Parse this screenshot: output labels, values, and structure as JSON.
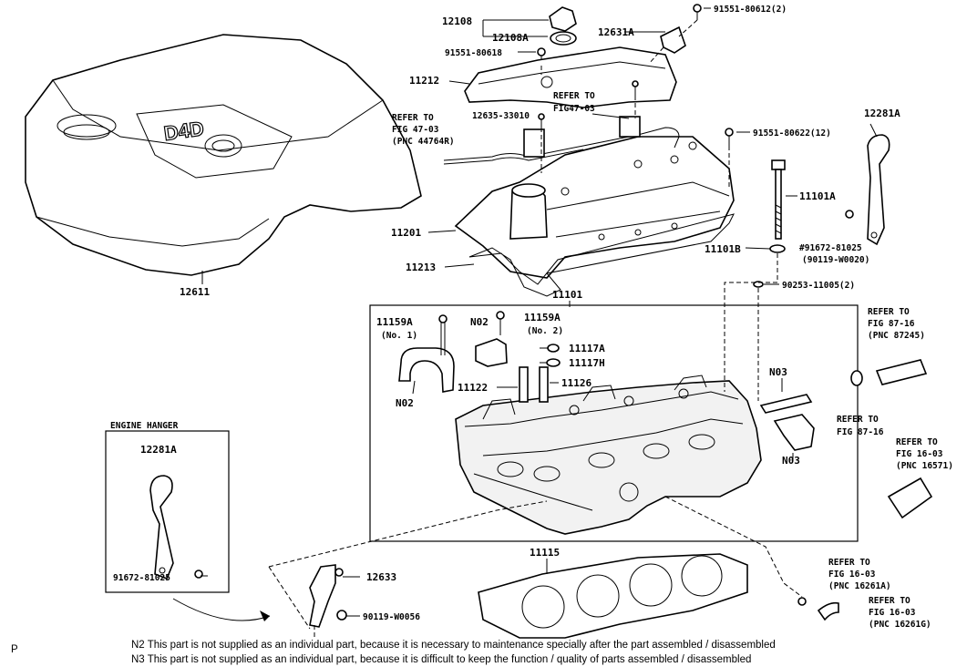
{
  "labels": {
    "p12108": "12108",
    "p12108A": "12108A",
    "p91551_80618": "91551-80618",
    "p12631A": "12631A",
    "p91551_80612": "91551-80612(2)",
    "p11212": "11212",
    "refer_fig47_a1": "REFER TO",
    "refer_fig47_a2": "FIG47-03",
    "p12635": "12635-33010",
    "refer_fig47_b1": "REFER TO",
    "refer_fig47_b2": "FIG 47-03",
    "refer_fig47_b3": "(PNC 44764R)",
    "p91551_80622": "91551-80622(12)",
    "p12281A_top": "12281A",
    "p11101A": "11101A",
    "p91672_81025_top": "#91672-81025",
    "p90119_W0020": "(90119-W0020)",
    "p11201": "11201",
    "p11101B": "11101B",
    "p11213": "11213",
    "p90253": "90253-11005(2)",
    "p12611": "12611",
    "p11101": "11101",
    "p11159A_1": "11159A",
    "no1": "(No. 1)",
    "n02_a": "N02",
    "p11159A_2": "11159A",
    "no2": "(No. 2)",
    "p11117A": "11117A",
    "p11117H": "11117H",
    "p11122": "11122",
    "p11126": "11126",
    "n02_b": "N02",
    "n03_a": "N03",
    "n03_b": "N03",
    "refer_87_1a": "REFER TO",
    "refer_87_1b": "FIG 87-16",
    "refer_87_1c": "(PNC 87245)",
    "refer_87_2a": "REFER TO",
    "refer_87_2b": "FIG 87-16",
    "refer_16_1a": "REFER TO",
    "refer_16_1b": "FIG 16-03",
    "refer_16_1c": "(PNC 16571)",
    "engine_hanger": "ENGINE HANGER",
    "p12281A_box": "12281A",
    "p91672_81025_box": "91672-81025",
    "p12633": "12633",
    "p90119_W0056": "90119-W0056",
    "p11115": "11115",
    "refer_16_2a": "REFER TO",
    "refer_16_2b": "FIG 16-03",
    "refer_16_2c": "(PNC 16261A)",
    "refer_16_3a": "REFER TO",
    "refer_16_3b": "FIG 16-03",
    "refer_16_3c": "(PNC 16261G)",
    "cover_logo": "D4D",
    "p_mark": "P"
  },
  "notes": {
    "n2": "N2  This part is not supplied as an individual part, because it is necessary to maintenance specially after the part assembled / disassembled",
    "n3": "N3  This part is not supplied as an individual part, because it is difficult to keep the function / quality of parts  assembled / disassembled"
  }
}
